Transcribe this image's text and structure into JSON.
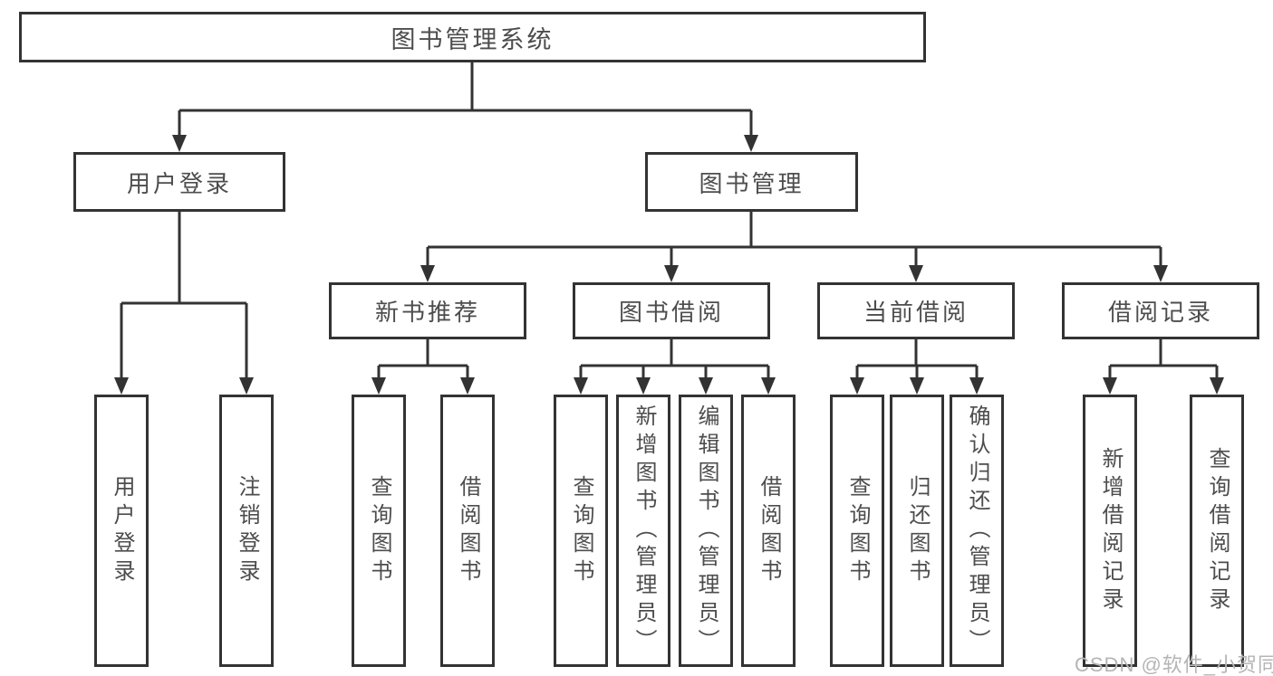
{
  "tree": {
    "root": "图书管理系统",
    "user_module": {
      "label": "用户登录",
      "children": [
        "用户登录",
        "注销登录"
      ]
    },
    "book_module": {
      "label": "图书管理",
      "sections": [
        {
          "label": "新书推荐",
          "children": [
            "查询图书",
            "借阅图书"
          ]
        },
        {
          "label": "图书借阅",
          "children": [
            "查询图书",
            "新增图书（管理员）",
            "编辑图书（管理员）",
            "借阅图书"
          ]
        },
        {
          "label": "当前借阅",
          "children": [
            "查询图书",
            "归还图书",
            "确认归还（管理员）"
          ]
        },
        {
          "label": "借阅记录",
          "children": [
            "新增借阅记录",
            "查询借阅记录"
          ]
        }
      ]
    }
  },
  "watermark": "CSDN @软件_小贺同学",
  "colors": {
    "line": "#333333",
    "text": "#4d4d4d",
    "watermark": "#b5b5b5"
  }
}
